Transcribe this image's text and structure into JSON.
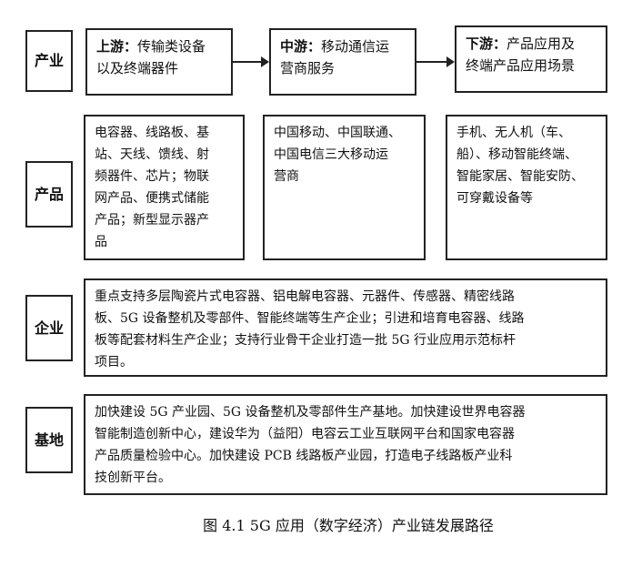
{
  "labels": {
    "chain": "产业",
    "products": "产品",
    "enterprises": "企业",
    "bases": "基地"
  },
  "stages": [
    {
      "head": "上游：",
      "lines": [
        "传输类设备",
        "以及终端器件"
      ]
    },
    {
      "head": "中游：",
      "lines": [
        "移动通信运",
        "营商服务"
      ]
    },
    {
      "head": "下游：",
      "lines": [
        "产品应用及",
        "终端产品应用场景"
      ]
    }
  ],
  "products": [
    [
      "电容器、线路板、基",
      "站、天线、馈线、射",
      "频器件、芯片；物联",
      "网产品、便携式储能",
      "产品；新型显示器产",
      "品"
    ],
    [
      "中国移动、中国联通、",
      "中国电信三大移动运",
      "营商"
    ],
    [
      "手机、无人机（车、",
      "船）、移动智能终端、",
      "智能家居、智能安防、",
      "可穿戴设备等"
    ]
  ],
  "enterprises": [
    "重点支持多层陶瓷片式电容器、铝电解电容器、元器件、传感器、精密线路",
    "板、5G 设备整机及零部件、智能终端等生产企业；引进和培育电容器、线路",
    "板等配套材料生产企业；支持行业骨干企业打造一批 5G 行业应用示范标杆",
    "项目。"
  ],
  "bases": [
    "加快建设 5G 产业园、5G 设备整机及零部件生产基地。加快建设世界电容器",
    "智能制造创新中心，建设华为（益阳）电容云工业互联网平台和国家电容器",
    "产品质量检验中心。加快建设 PCB 线路板产业园，打造电子线路板产业科",
    "技创新平台。"
  ],
  "caption": "图 4.1 5G 应用（数字经济）产业链发展路径"
}
